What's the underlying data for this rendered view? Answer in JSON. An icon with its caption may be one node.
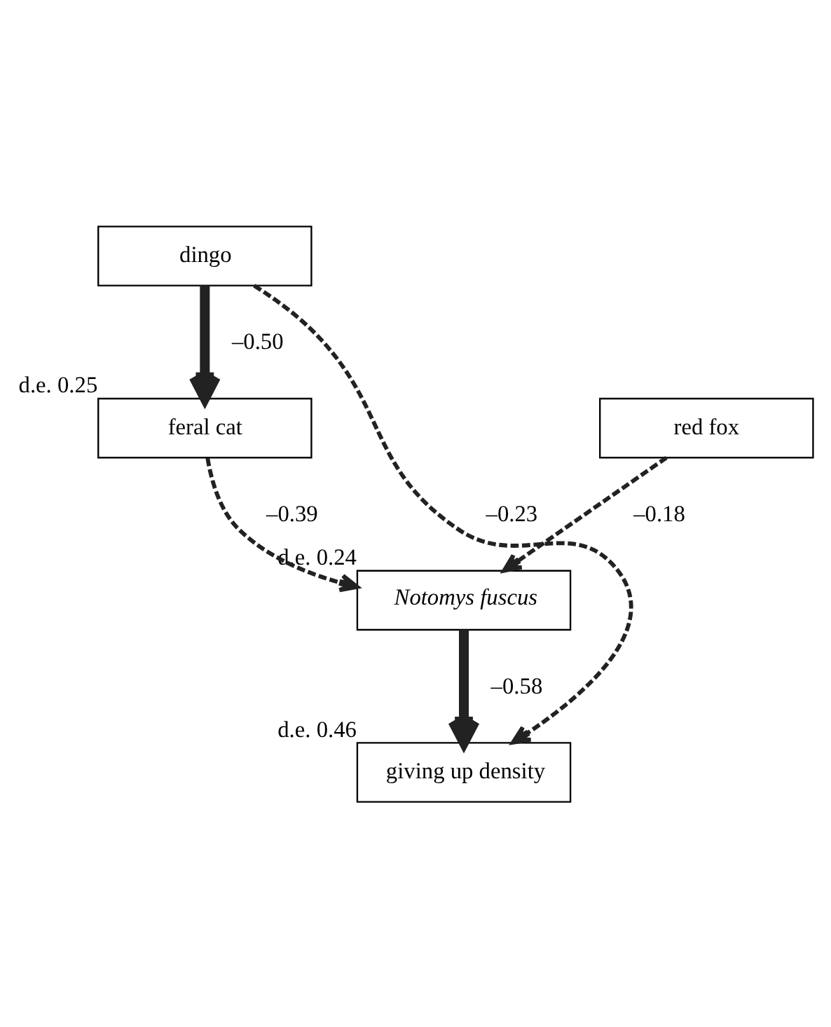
{
  "diagram": {
    "nodes": [
      {
        "text": [
          "dingo"
        ]
      },
      {
        "text": [
          "feral cat"
        ],
        "beside": [
          "d.e. 0.25"
        ]
      },
      {
        "text": [
          "red fox"
        ]
      },
      {
        "text": [
          "Notomys fuscus"
        ],
        "beside": [
          "d.e. 0.24"
        ]
      },
      {
        "text": [
          "giving up density"
        ],
        "beside": [
          "d.e. 0.46"
        ]
      }
    ],
    "edges": [
      {
        "from": 0,
        "to": 1,
        "arrow": "to",
        "label": "–0.50",
        "style": "thick"
      },
      {
        "from": 1,
        "to": 3,
        "arrow": "to",
        "label": "–0.39",
        "style": "dashed"
      },
      {
        "from": 2,
        "to": 3,
        "arrow": "to",
        "label": "–0.18",
        "style": "dashed"
      },
      {
        "from": 3,
        "to": 4,
        "arrow": "to",
        "label": "–0.58",
        "style": "thick"
      },
      {
        "from": 0,
        "to": 4,
        "arrow": "to",
        "label": "–0.23",
        "style": "dashed"
      }
    ]
  }
}
